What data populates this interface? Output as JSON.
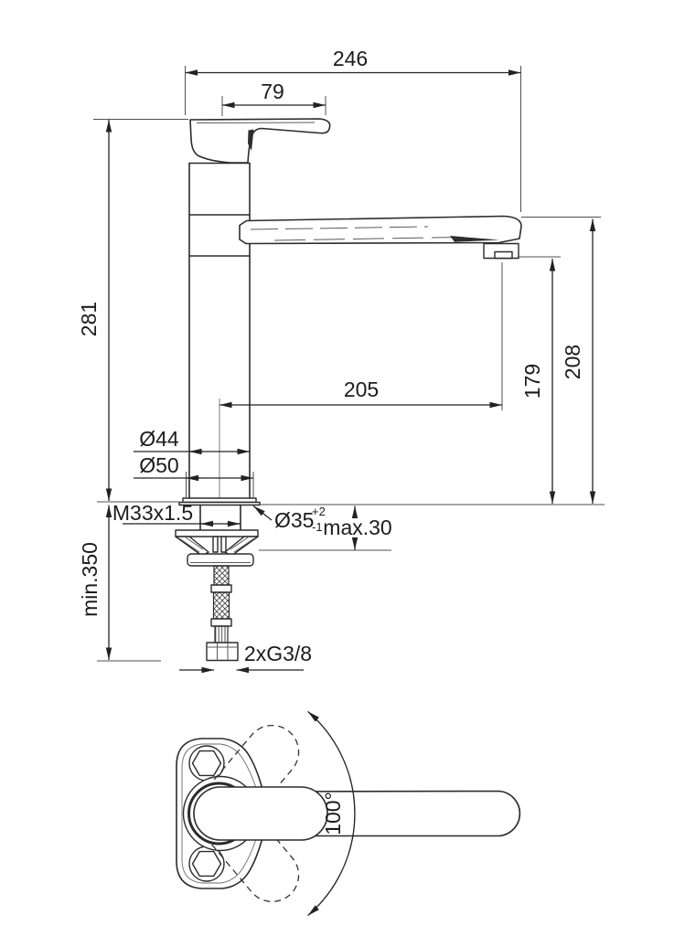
{
  "drawing": {
    "kind": "faucet-dimension-drawing",
    "line_color": "#2b2b2b",
    "background": "#ffffff"
  },
  "dimensions": {
    "total_length": "246",
    "handle_length": "79",
    "total_height": "281",
    "spout_reach": "205",
    "spout_height": "208",
    "outlet_height": "179",
    "body_diameter": "Ø44",
    "base_diameter": "Ø50",
    "mounting_thread": "M33x1.5",
    "hole_diameter": "Ø35",
    "hole_tolerance_plus": "+2",
    "hole_tolerance_minus": "-1",
    "max_deck_thickness": "max.30",
    "min_hose_length": "min.350",
    "hose_connection": "2xG3/8",
    "swivel_angle": "100°"
  }
}
